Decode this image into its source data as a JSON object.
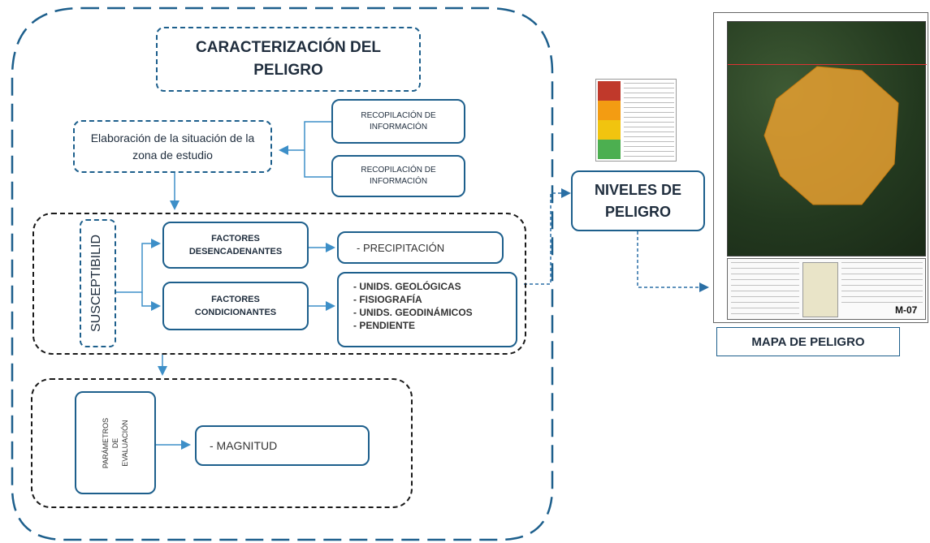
{
  "main": {
    "title": "CARACTERIZACIÓN DEL PELIGRO",
    "elaboracion": "Elaboración de la situación de la zona de estudio",
    "recopilacion_1": "RECOPILACIÓN DE INFORMACIÓN",
    "recopilacion_2": "RECOPILACIÓN DE INFORMACIÓN",
    "susceptibilidad_label": "SUSCEPTIBILID",
    "factores_desencadenantes": "FACTORES DESENCADENANTES",
    "precipitacion": "- PRECIPITACIÓN",
    "factores_condicionantes": "FACTORES CONDICIONANTES",
    "condicionantes_items": [
      "- UNIDS. GEOLÓGICAS",
      "- FISIOGRAFÍA",
      "- UNIDS. GEODINÁMICOS",
      "- PENDIENTE"
    ],
    "parametros_label_1": "PARÁMETROS",
    "parametros_label_2": "DE",
    "parametros_label_3": "EVALUACIÓN",
    "magnitud": "- MAGNITUD"
  },
  "right": {
    "niveles": "NIVELES DE PELIGRO",
    "mapa_label": "MAPA DE PELIGRO",
    "map_code": "M-07"
  },
  "colors": {
    "border": "#1d5f8c",
    "arrow": "#3d8fc8",
    "dashed_dark": "#1a1a1a",
    "hazard_polygon": "#e8a030",
    "legend_levels": [
      "#c0392b",
      "#f39c12",
      "#f1c40f",
      "#4caf50"
    ]
  }
}
